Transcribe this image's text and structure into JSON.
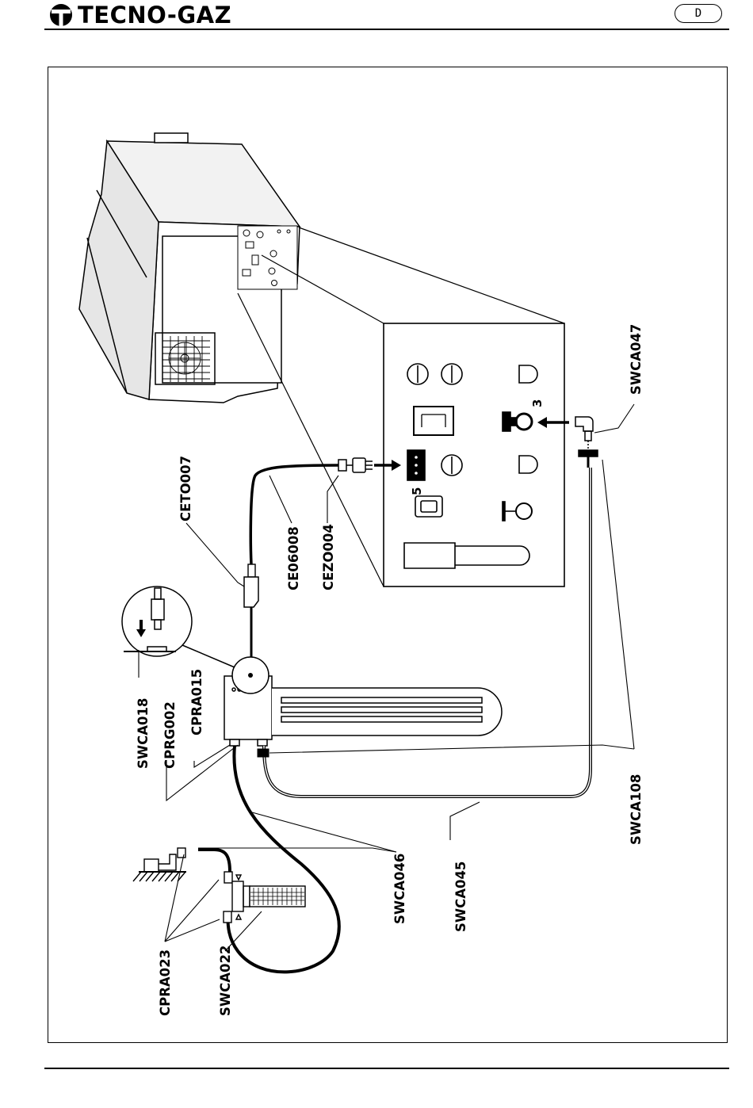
{
  "header": {
    "brand": "TECNO-GAZ",
    "language_code": "D"
  },
  "diagram": {
    "labels": {
      "CETO007": "CETO007",
      "CE06008": "CE06008",
      "CEZO004": "CEZO004",
      "SWCA047": "SWCA047",
      "SWCA018": "SWCA018",
      "CPRG002": "CPRG002",
      "CPRA015": "CPRA015",
      "SWCA108": "SWCA108",
      "SWCA046": "SWCA046",
      "SWCA045": "SWCA045",
      "CPRA023": "CPRA023",
      "SWCA022": "SWCA022"
    },
    "port_numbers": {
      "port_3": "3",
      "port_5": "5"
    }
  }
}
